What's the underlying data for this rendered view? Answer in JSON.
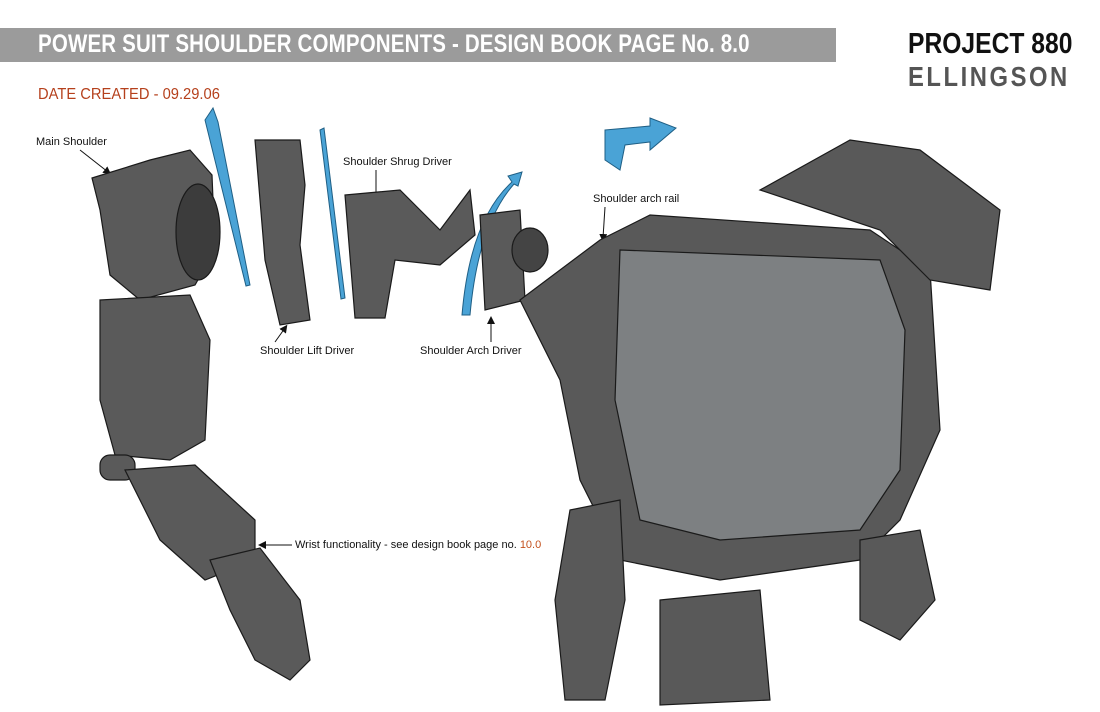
{
  "header": {
    "title": "POWER SUIT  SHOULDER COMPONENTS - DESIGN BOOK PAGE No. 8.0",
    "project": "PROJECT 880",
    "author": "ELLINGSON",
    "date_created": "DATE CREATED - 09.29.06"
  },
  "labels": {
    "main_shoulder": "Main Shoulder",
    "shoulder_shrug_driver": "Shoulder Shrug Driver",
    "shoulder_arch_rail": "Shoulder arch rail",
    "shoulder_lift_driver": "Shoulder Lift Driver",
    "shoulder_arch_driver": "Shoulder Arch Driver",
    "wrist_text": "Wrist functionality - see design book page no. ",
    "wrist_page": "10.0"
  },
  "colors": {
    "title_bar": "#9b9b9b",
    "date_red": "#b5401c",
    "arrow_blue": "#4aa3d6",
    "part_gray": "#5a5a5a"
  }
}
